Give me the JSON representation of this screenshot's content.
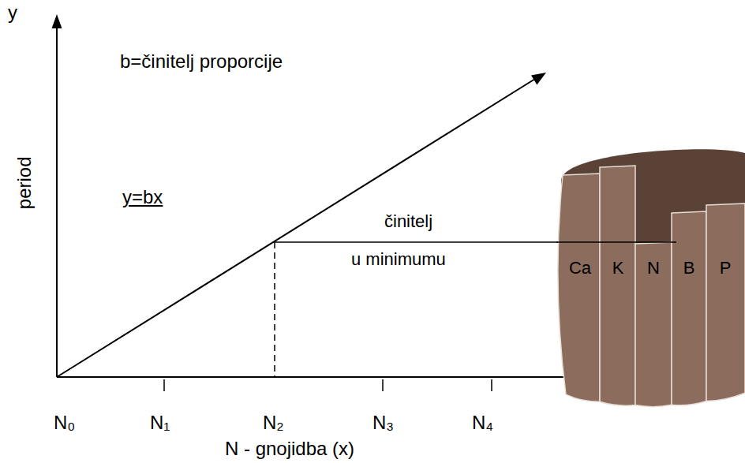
{
  "diagram": {
    "nodes": [
      {
        "text": [
          "Ca",
          "K",
          "N",
          "B",
          "P"
        ]
      }
    ],
    "labels": [
      "y",
      "period",
      "b=činitelj proporcije",
      "y=bx",
      "činitelj",
      "u minimumu",
      "N₀",
      "N₁",
      "N₂",
      "N₃",
      "N₄",
      "N - gnojidba (x)"
    ]
  }
}
